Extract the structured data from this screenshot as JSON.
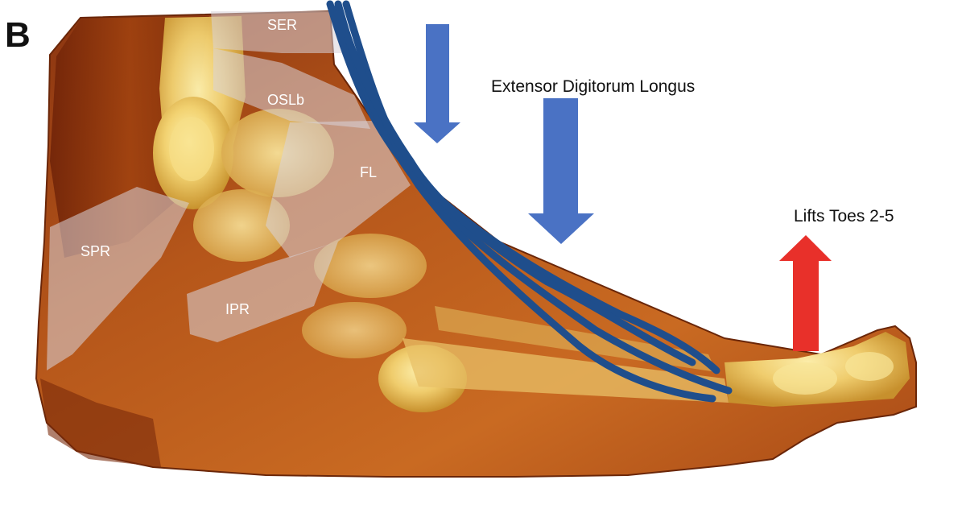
{
  "panel_letter": "B",
  "labels": {
    "ser": "SER",
    "oslb": "OSLb",
    "fl": "FL",
    "spr": "SPR",
    "ipr": "IPR",
    "muscle": "Extensor Digitorum Longus",
    "action": "Lifts Toes 2-5"
  },
  "colors": {
    "tendon": "#1F4E8C",
    "push_arrow": "#4A72C4",
    "lift_arrow": "#E8302A",
    "retinaculum": "#D8D3DA",
    "label_white": "#FFFFFF",
    "label_dark": "#111111"
  }
}
